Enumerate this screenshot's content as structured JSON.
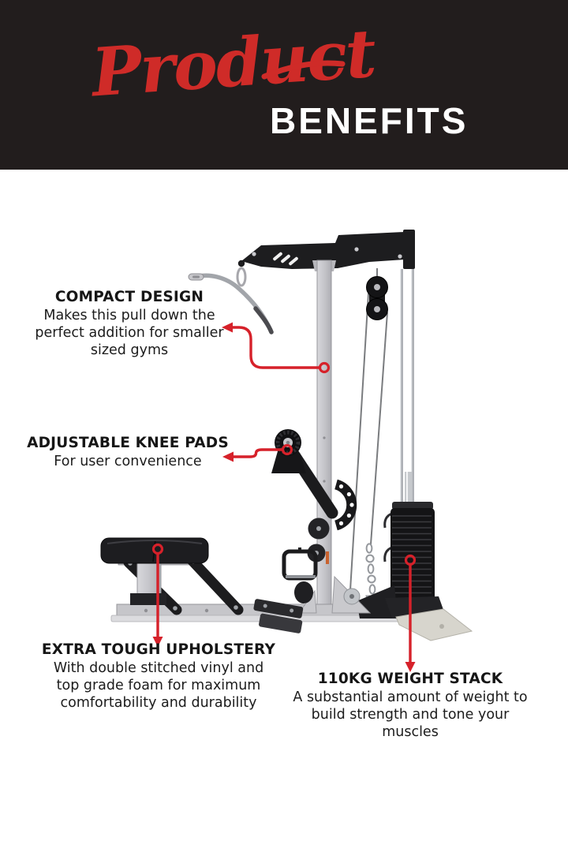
{
  "header": {
    "bg": "#221d1d",
    "script_word": "Product",
    "script_color": "#cf2b28",
    "block_word": "BENEFITS",
    "block_color": "#ffffff"
  },
  "accent": {
    "arrow_color": "#d6212a"
  },
  "machine": {
    "frame_silver": "#c7c7cb",
    "frame_black": "#1d1d1f",
    "chrome": "#b3b6bb",
    "weight_stack": "#141416"
  },
  "callouts": [
    {
      "id": "compact-design",
      "heading": "COMPACT DESIGN",
      "body": "Makes this pull down the\nperfect addition for smaller\nsized gyms"
    },
    {
      "id": "adjustable-knee-pads",
      "heading": "ADJUSTABLE KNEE PADS",
      "body": "For user convenience"
    },
    {
      "id": "extra-tough-upholstery",
      "heading": "EXTRA TOUGH UPHOLSTERY",
      "body": "With double stitched vinyl and\ntop grade foam for maximum\ncomfortability and durability"
    },
    {
      "id": "weight-stack",
      "heading": "110KG WEIGHT STACK",
      "body": "A substantial amount of weight to\nbuild strength and tone your\nmuscles"
    }
  ]
}
